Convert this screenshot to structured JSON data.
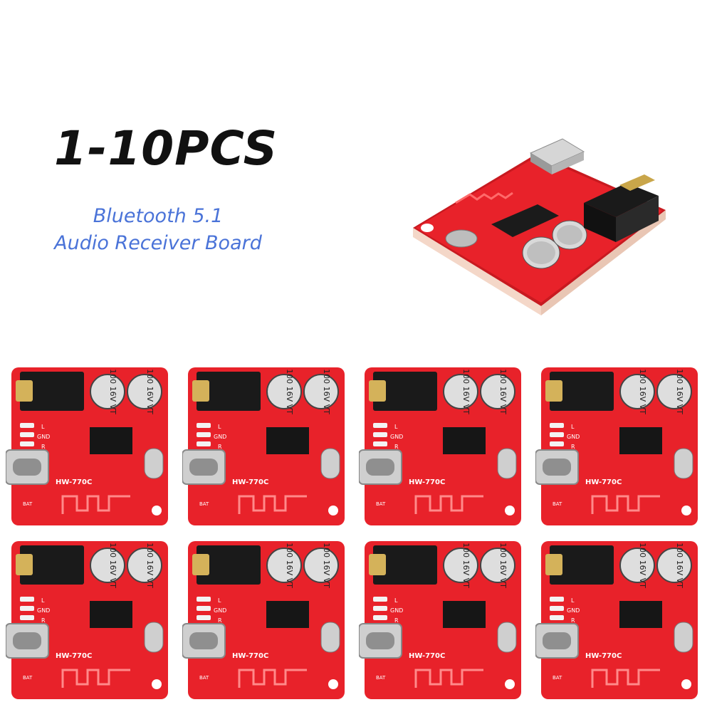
{
  "title": "1-10PCS",
  "subtitle": {
    "line1": "Bluetooth 5.1",
    "line2": "Audio Receiver Board"
  },
  "board": {
    "model": "HW-770C",
    "capacitor_value": "100",
    "capacitor_voltage": "16V",
    "capacitor_series": "VT",
    "pin_labels": [
      "GND",
      "R",
      "L",
      "BAT"
    ],
    "count": 8
  },
  "colors": {
    "pcb_red": "#e8222a",
    "silkscreen": "#ffffff",
    "title_text": "#111111",
    "subtitle_text": "#4a73d8"
  }
}
